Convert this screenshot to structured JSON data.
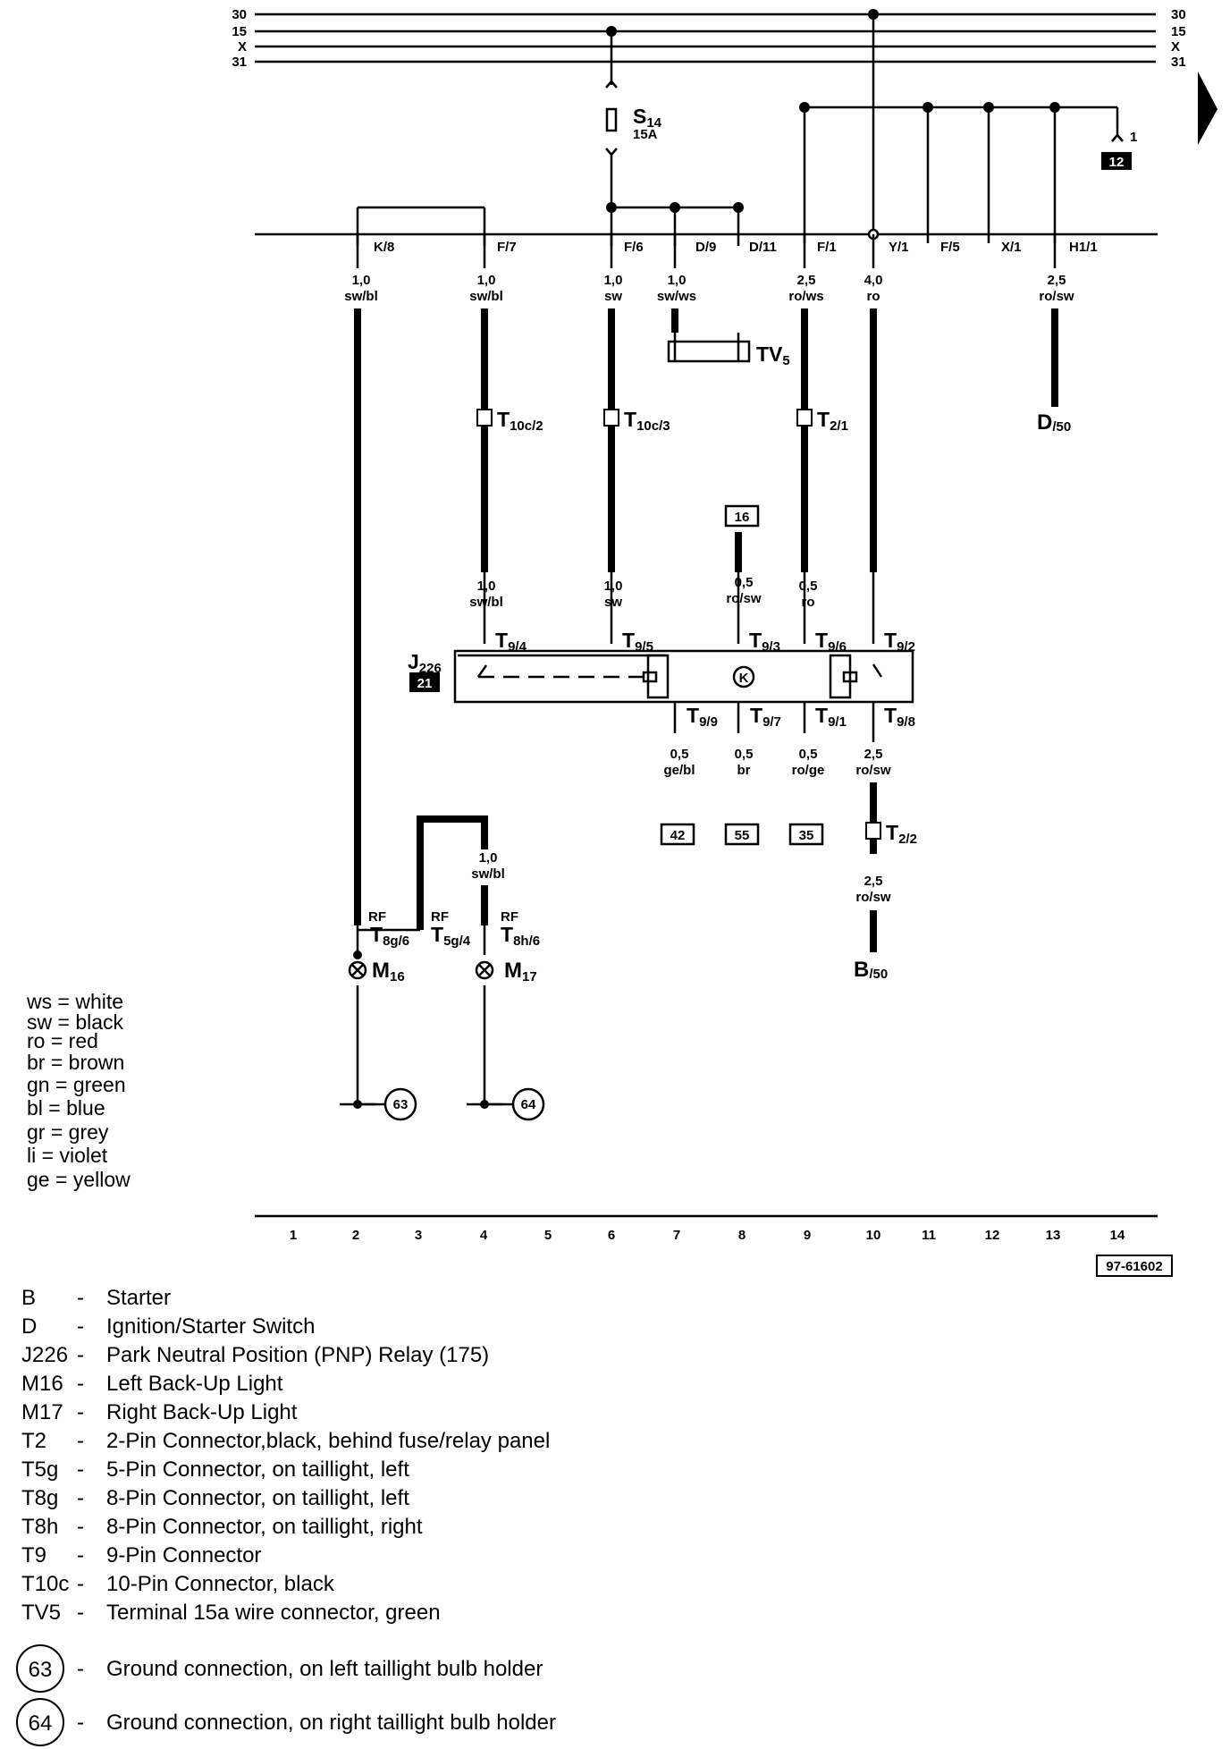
{
  "buses": {
    "left": [
      "30",
      "15",
      "X",
      "31"
    ],
    "right": [
      "30",
      "15",
      "X",
      "31"
    ]
  },
  "fuse": {
    "name": "S",
    "sub": "14",
    "rating": "15A"
  },
  "top_right_ref": {
    "pin": "1",
    "box": "12"
  },
  "panel_terminals": {
    "K8": "K/8",
    "F7": "F/7",
    "F6": "F/6",
    "D9": "D/9",
    "D11": "D/11",
    "F1": "F/1",
    "Y1": "Y/1",
    "F5": "F/5",
    "X1": "X/1",
    "H11": "H1/1"
  },
  "wires": {
    "w_k8": {
      "size": "1,0",
      "color": "sw/bl"
    },
    "w_f7": {
      "size": "1,0",
      "color": "sw/bl"
    },
    "w_f6": {
      "size": "1,0",
      "color": "sw"
    },
    "w_d9": {
      "size": "1,0",
      "color": "sw/ws"
    },
    "w_f1": {
      "size": "2,5",
      "color": "ro/ws"
    },
    "w_y1": {
      "size": "4,0",
      "color": "ro"
    },
    "w_h11": {
      "size": "2,5",
      "color": "ro/sw"
    },
    "w_t94": {
      "size": "1,0",
      "color": "sw/bl"
    },
    "w_t95": {
      "size": "1,0",
      "color": "sw"
    },
    "w_t93": {
      "size": "0,5",
      "color": "ro/sw"
    },
    "w_t96": {
      "size": "0,5",
      "color": "ro"
    },
    "w_t99": {
      "size": "0,5",
      "color": "ge/bl"
    },
    "w_t97": {
      "size": "0,5",
      "color": "br"
    },
    "w_t91": {
      "size": "0,5",
      "color": "ro/ge"
    },
    "w_t98": {
      "size": "2,5",
      "color": "ro/sw"
    },
    "w_t22b": {
      "size": "2,5",
      "color": "ro/sw"
    },
    "w_t5g": {
      "size": "1,0",
      "color": "sw/bl"
    }
  },
  "connectors": {
    "tv5": {
      "name": "TV",
      "sub": "5"
    },
    "t10c2": {
      "name": "T",
      "sub": "10c/2"
    },
    "t10c3": {
      "name": "T",
      "sub": "10c/3"
    },
    "t21": {
      "name": "T",
      "sub": "2/1"
    },
    "t22": {
      "name": "T",
      "sub": "2/2"
    },
    "d50": {
      "name": "D",
      "sub": "/50"
    },
    "b50": {
      "name": "B",
      "sub": "/50"
    },
    "t8g6": {
      "rf": "RF",
      "name": "T",
      "sub": "8g/6"
    },
    "t5g4": {
      "rf": "RF",
      "name": "T",
      "sub": "5g/4"
    },
    "t8h6": {
      "rf": "RF",
      "name": "T",
      "sub": "8h/6"
    }
  },
  "relay": {
    "name": "J",
    "sub": "226",
    "ref": "21",
    "pins": {
      "p4": {
        "name": "T",
        "sub": "9/4"
      },
      "p5": {
        "name": "T",
        "sub": "9/5"
      },
      "p3": {
        "name": "T",
        "sub": "9/3"
      },
      "p6": {
        "name": "T",
        "sub": "9/6"
      },
      "p2": {
        "name": "T",
        "sub": "9/2"
      },
      "p9": {
        "name": "T",
        "sub": "9/9"
      },
      "p7": {
        "name": "T",
        "sub": "9/7"
      },
      "p1": {
        "name": "T",
        "sub": "9/1"
      },
      "p8": {
        "name": "T",
        "sub": "9/8"
      }
    },
    "symbol": "K"
  },
  "refs": {
    "r16": "16",
    "r42": "42",
    "r55": "55",
    "r35": "35"
  },
  "lights": {
    "m16": {
      "name": "M",
      "sub": "16"
    },
    "m17": {
      "name": "M",
      "sub": "17"
    }
  },
  "grounds": {
    "g63": "63",
    "g64": "64"
  },
  "color_key": [
    {
      "code": "ws",
      "name": "white"
    },
    {
      "code": "sw",
      "name": "black"
    },
    {
      "code": "ro",
      "name": "red"
    },
    {
      "code": "br",
      "name": "brown"
    },
    {
      "code": "gn",
      "name": "green"
    },
    {
      "code": "bl",
      "name": "blue"
    },
    {
      "code": "gr",
      "name": "grey"
    },
    {
      "code": "li",
      "name": "violet"
    },
    {
      "code": "ge",
      "name": "yellow"
    }
  ],
  "tracks": [
    "1",
    "2",
    "3",
    "4",
    "5",
    "6",
    "7",
    "8",
    "9",
    "10",
    "11",
    "12",
    "13",
    "14"
  ],
  "diagram_id": "97-61602",
  "legend": [
    {
      "code": "B",
      "desc": "Starter"
    },
    {
      "code": "D",
      "desc": "Ignition/Starter Switch"
    },
    {
      "code": "J226",
      "desc": "Park Neutral Position (PNP) Relay (175)"
    },
    {
      "code": "M16",
      "desc": "Left Back-Up Light"
    },
    {
      "code": "M17",
      "desc": "Right Back-Up Light"
    },
    {
      "code": "T2",
      "desc": "2-Pin Connector,black, behind fuse/relay panel"
    },
    {
      "code": "T5g",
      "desc": "5-Pin Connector, on taillight, left"
    },
    {
      "code": "T8g",
      "desc": "8-Pin Connector, on taillight, left"
    },
    {
      "code": "T8h",
      "desc": "8-Pin Connector, on taillight, right"
    },
    {
      "code": "T9",
      "desc": "9-Pin Connector"
    },
    {
      "code": "T10c",
      "desc": "10-Pin Connector, black"
    },
    {
      "code": "TV5",
      "desc": "Terminal 15a wire connector, green"
    }
  ],
  "ground_legend": [
    {
      "code": "63",
      "desc": "Ground connection, on left taillight bulb holder"
    },
    {
      "code": "64",
      "desc": "Ground connection, on right taillight bulb holder"
    }
  ]
}
